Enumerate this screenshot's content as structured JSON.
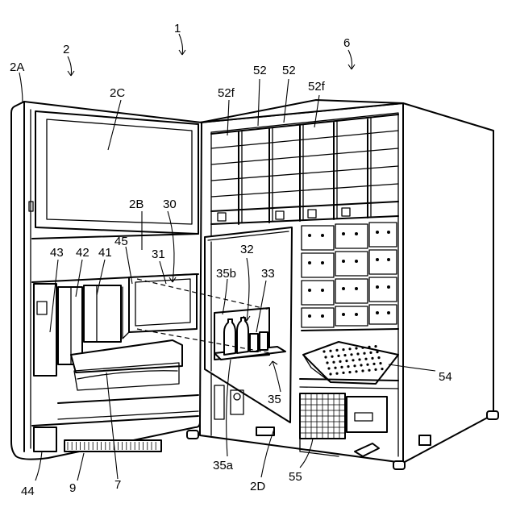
{
  "labels": {
    "l1": "1",
    "l2": "2",
    "l2A": "2A",
    "l2B": "2B",
    "l2C": "2C",
    "l2D": "2D",
    "l6": "6",
    "l7": "7",
    "l9": "9",
    "l30": "30",
    "l31": "31",
    "l32": "32",
    "l33": "33",
    "l35": "35",
    "l35a": "35a",
    "l35b": "35b",
    "l41": "41",
    "l42": "42",
    "l43": "43",
    "l44": "44",
    "l45": "45",
    "l52a": "52",
    "l52b": "52",
    "l52fa": "52f",
    "l52fb": "52f",
    "l54": "54",
    "l55": "55"
  }
}
